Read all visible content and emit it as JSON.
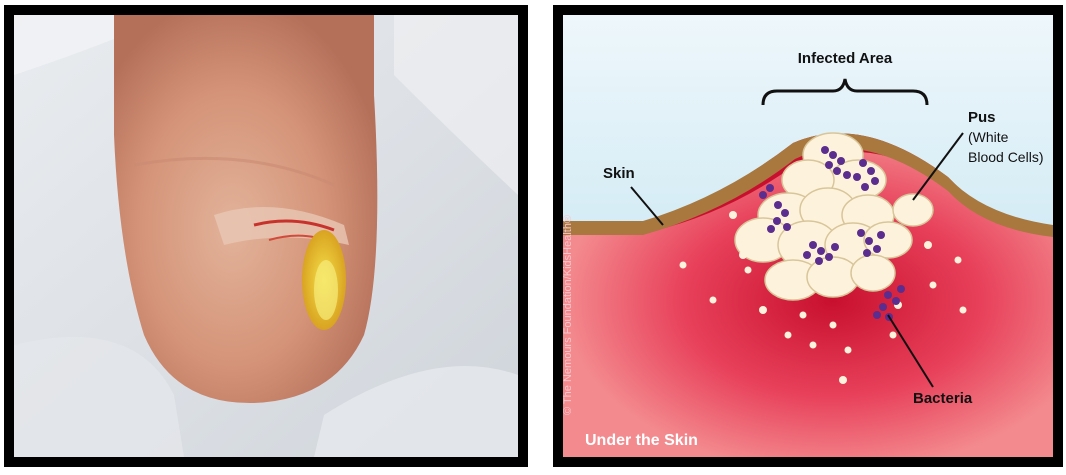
{
  "diagram": {
    "labels": {
      "infected_area": "Infected Area",
      "pus_line1": "Pus",
      "pus_line2": "(White",
      "pus_line3": "Blood Cells)",
      "skin": "Skin",
      "bacteria": "Bacteria",
      "caption": "Under the Skin",
      "copyright": "© The Nemours Foundation/KidsHealth®"
    },
    "colors": {
      "sky": "#cfe9f3",
      "skin_line": "#a8783e",
      "flesh": "#f06a73",
      "inflamed": "#c8102e",
      "pus": "#fdf3dc",
      "bacteria": "#5b2d8e",
      "caption_bg": "#e8485a"
    }
  },
  "photo": {
    "subject": "infected-toe-photo"
  }
}
